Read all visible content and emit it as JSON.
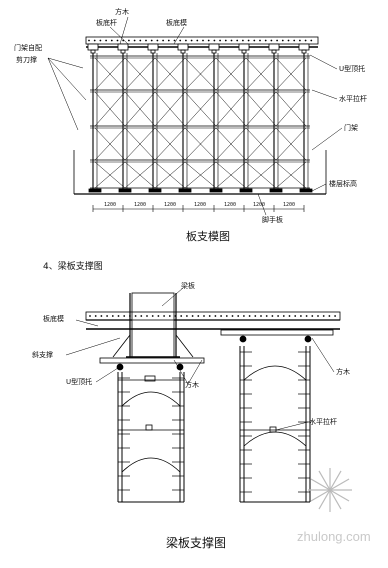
{
  "figure1": {
    "labels": {
      "top_wood": "方木",
      "slab_bottom_rod": "板底杆",
      "slab_formwork": "板底模",
      "bracing_left": "门架自配",
      "bracing_left2": "剪刀撑",
      "u_jack": "U型顶托",
      "horizontal_rod": "水平拉杆",
      "door_frame": "门架",
      "floor_level": "楼层标高",
      "base_plate": "脚手板"
    },
    "dimensions": [
      "1200",
      "1200",
      "1200",
      "1200",
      "1200",
      "1200",
      "1200"
    ],
    "caption": "板支模图"
  },
  "figure2": {
    "heading": "4、梁板支撑图",
    "labels": {
      "beam_slab": "梁板",
      "slab_formwork": "板底模",
      "oblique_brace": "斜支撑",
      "u_jack": "U型顶托",
      "wood_left": "方木",
      "wood_right": "方木",
      "horizontal_rod": "水平拉杆"
    },
    "caption": "梁板支撑图"
  },
  "watermark": "zhulong.com"
}
